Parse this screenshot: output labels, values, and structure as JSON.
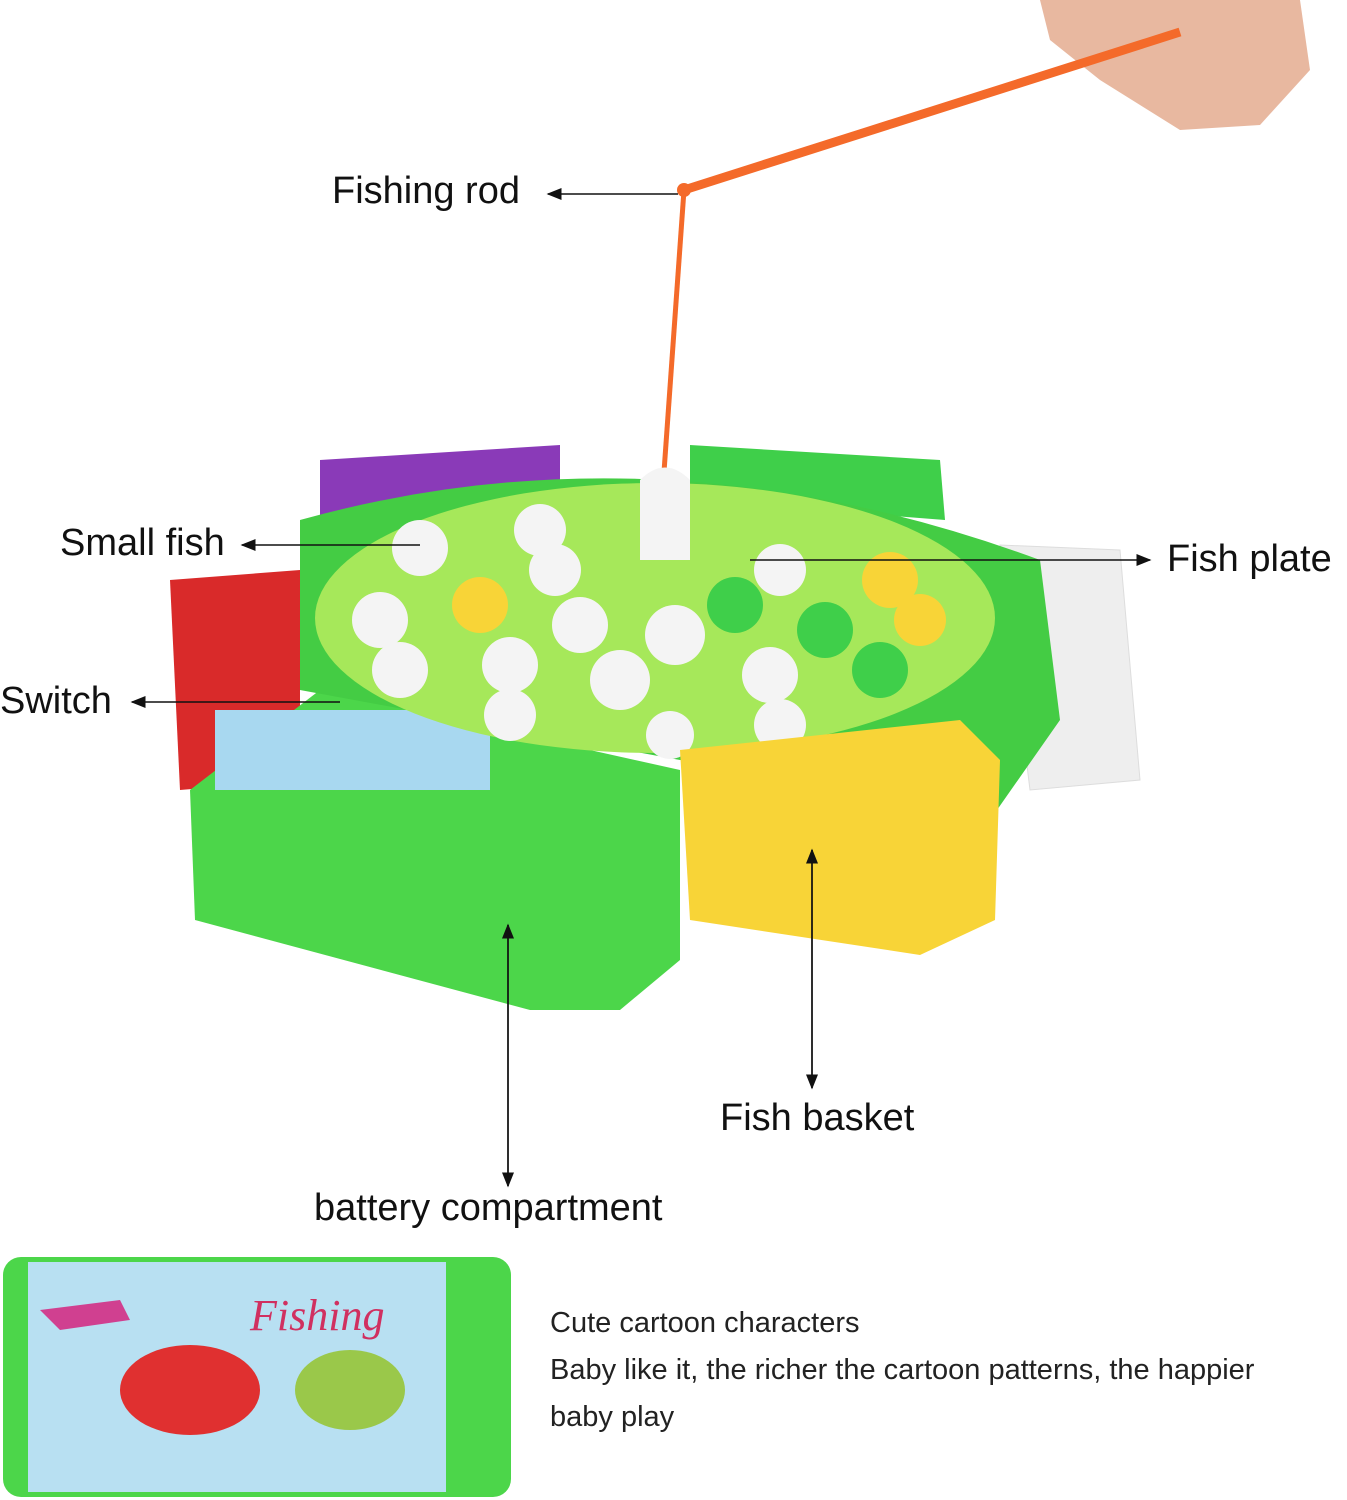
{
  "labels": {
    "fishing_rod": "Fishing rod",
    "small_fish": "Small fish",
    "fish_plate": "Fish plate",
    "switch": "Switch",
    "fish_basket": "Fish basket",
    "battery_compartment": "battery compartment"
  },
  "sticker_text": "Fishing",
  "description": {
    "line1": "Cute cartoon characters",
    "line2": "Baby like it, the richer the cartoon patterns, the happier baby play"
  },
  "colors": {
    "base_green": "#4cd64a",
    "plate_green": "#a6e85a",
    "rod_orange": "#f46a2a",
    "basket_yellow": "#f8d437",
    "basket_red": "#d92a2a",
    "basket_purple": "#8a3ab8",
    "basket_white": "#f0f0f0"
  }
}
